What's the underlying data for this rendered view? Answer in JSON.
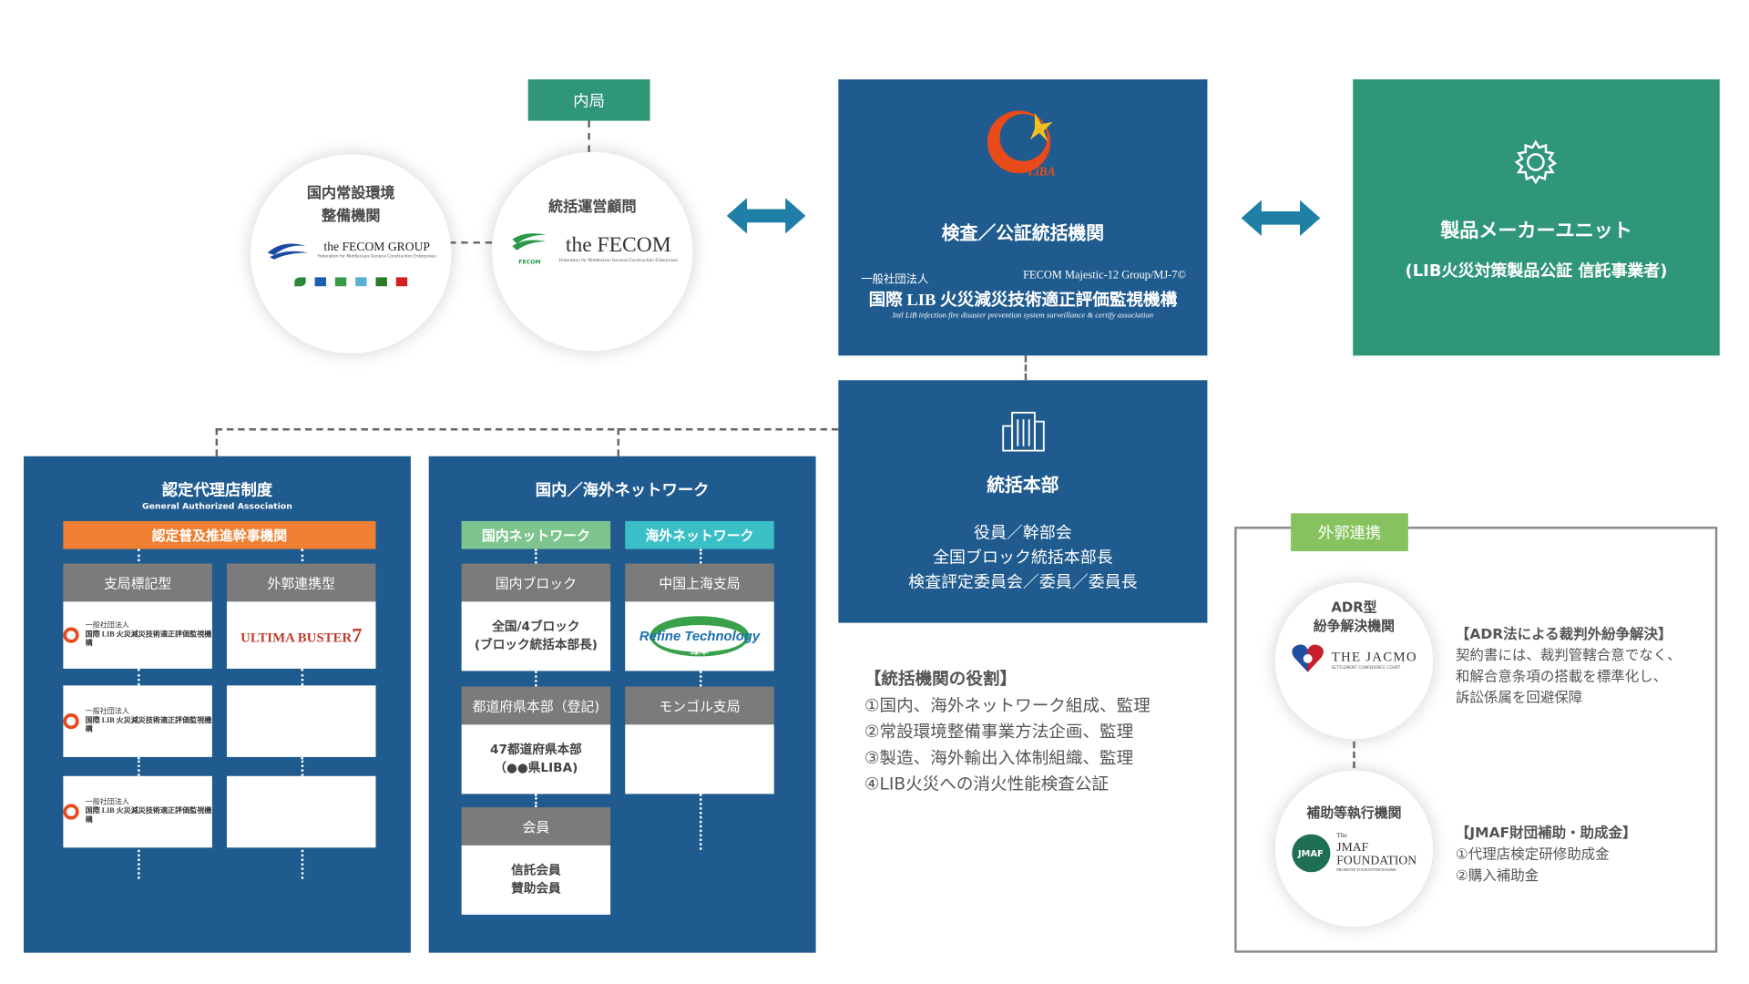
{
  "naikyoku": "内局",
  "circle_env": {
    "title_line1": "国内常設環境",
    "title_line2": "整備機関",
    "logo_text": "the FECOM GROUP",
    "logo_sub": "Federation for Middleclass General Construction Enterprises"
  },
  "circle_advisor": {
    "title": "統括運営顧問",
    "logo_text": "the FECOM",
    "logo_sub": "Federation for Middleclass General Construction Enterprises",
    "mark_text": "FECOM"
  },
  "inspection": {
    "logo_text": "LiBA",
    "title": "検査／公証統括機関",
    "line_left": "一般社団法人",
    "line_right": "FECOM Majestic-12 Group/MJ-7©",
    "name_jp": "国際 LIB 火災減災技術適正評価監視機構",
    "name_en": "Intl LiB infection fire disaster prevention  system surveillance & certify association"
  },
  "maker": {
    "title": "製品メーカーユニット",
    "subtitle": "(LIB火災対策製品公証 信託事業者)"
  },
  "hq": {
    "title": "統括本部",
    "lines": [
      "役員／幹部会",
      "全国ブロック統括本部長",
      "検査評定委員会／委員／委員長"
    ]
  },
  "agency": {
    "title": "認定代理店制度",
    "subtitle": "General Authorized Association",
    "orange_bar": "認定普及推進幹事機関",
    "col1_head": "支局標記型",
    "col2_head": "外郭連携型",
    "mini_line1": "一般社団法人",
    "mini_line2": "国際 LIB 火災減災技術適正評価監視機構",
    "ultima_text": "ULTIMA BUSTER",
    "ultima_num": "7"
  },
  "network": {
    "title": "国内／海外ネットワーク",
    "domestic_head": "国内ネットワーク",
    "overseas_head": "海外ネットワーク",
    "block_head": "国内ブロック",
    "block_body_1": "全国/4ブロック",
    "block_body_2": "(ブロック統括本部長)",
    "pref_head": "都道府県本部（登記)",
    "pref_body_1": "47都道府県本部",
    "pref_body_2": "（●●県LIBA)",
    "member_head": "会員",
    "member_body_1": "信託会員",
    "member_body_2": "賛助会員",
    "shanghai_head": "中国上海支局",
    "refine_text": "Refine Technology",
    "refine_cn": "绿华",
    "mongol_head": "モンゴル支局"
  },
  "roles": {
    "title": "【統括機関の役割】",
    "items": [
      "①国内、海外ネットワーク組成、監理",
      "②常設環境整備事業方法企画、監理",
      "③製造、海外輸出入体制組織、監理",
      "④LIB火災への消火性能検査公証"
    ]
  },
  "external": {
    "tag": "外郭連携",
    "adr_title_1": "ADR型",
    "adr_title_2": "紛争解決機関",
    "jacmo_text": "THE JACMO",
    "jacmo_sub": "SETTLEMENT CONFERENCE COURT",
    "adr_desc_title": "【ADR法による裁判外紛争解決】",
    "adr_desc": [
      "契約書には、裁判管轄合意でなく、",
      "和解合意条項の搭載を標準化し、",
      "訴訟係属を回避保障"
    ],
    "subsidy_title": "補助等執行機関",
    "jmaf_mark": "JMAF",
    "jmaf_the": "The",
    "jmaf_name_1": "JMAF",
    "jmaf_name_2": "FOUNDATION",
    "jmaf_sub": "PROMOTE YOUR ENTHUSIASMS",
    "jmaf_desc_title": "【JMAF財団補助・助成金】",
    "jmaf_desc": [
      "①代理店検定研修助成金",
      "②購入補助金"
    ]
  },
  "colors": {
    "navy": "#1f5b8e",
    "teal": "#2f9678",
    "orange": "#ef8032",
    "light_green": "#7ec48f",
    "cyan": "#3bbfc6",
    "gray_head": "#7b7b7b",
    "tag_green": "#86c35f"
  }
}
